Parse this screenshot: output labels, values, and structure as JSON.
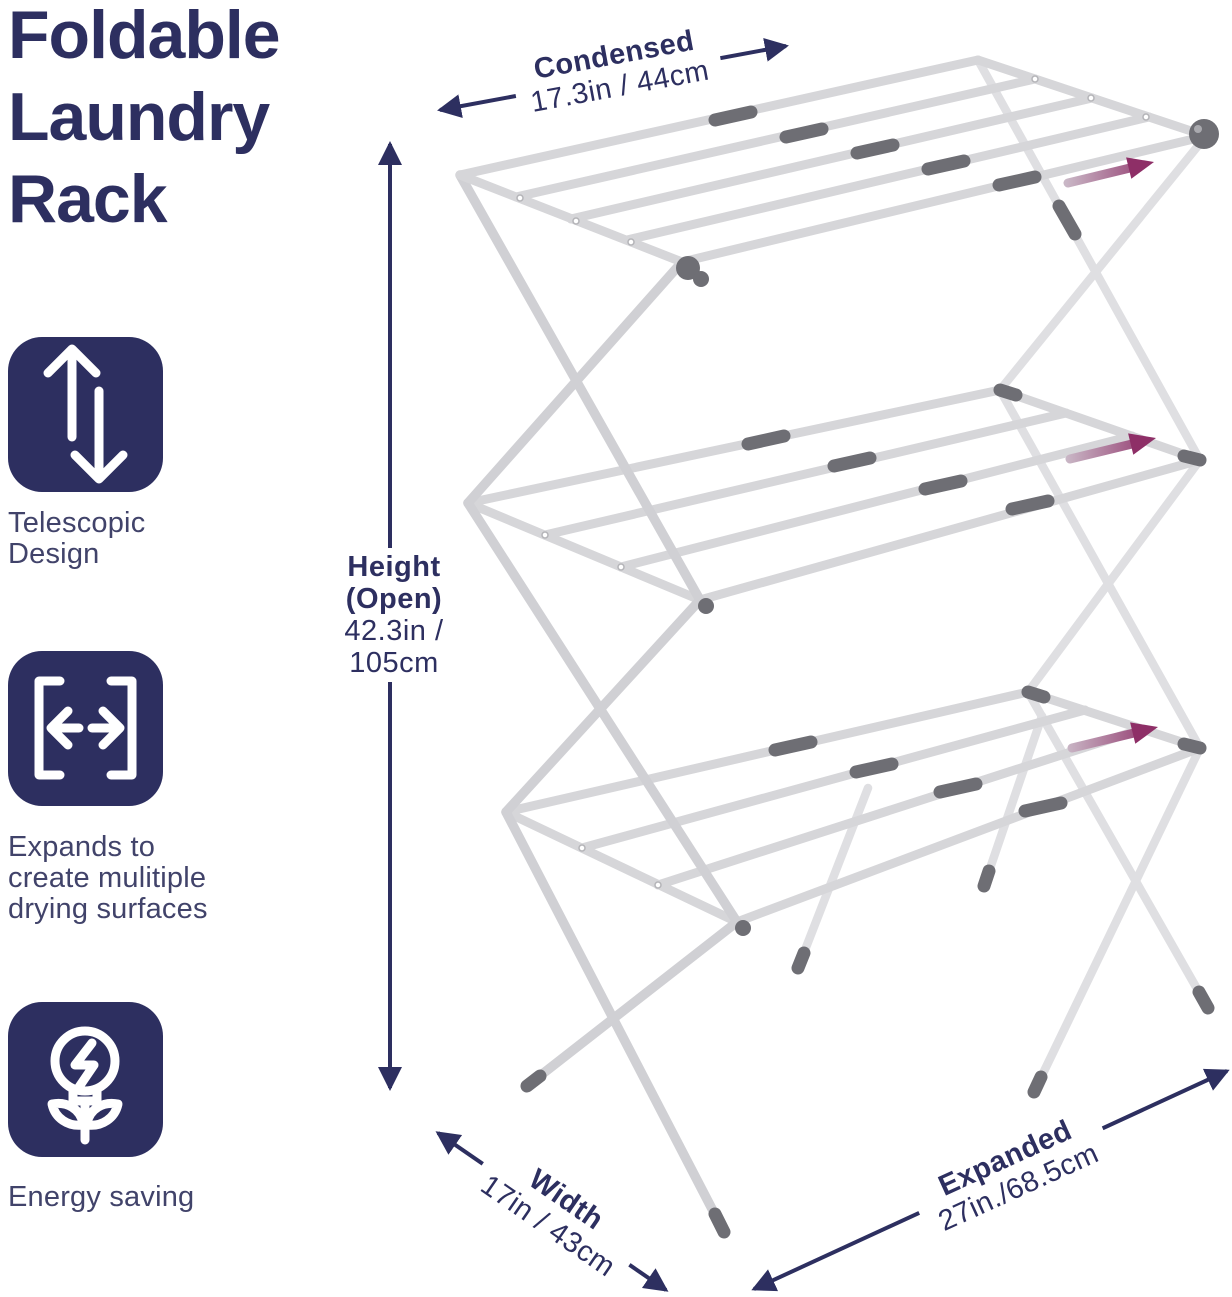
{
  "title": "Foldable\nLaundry\nRack",
  "features": [
    {
      "icon": "telescopic-arrows-icon",
      "label": "Telescopic\nDesign"
    },
    {
      "icon": "expand-brackets-icon",
      "label": "Expands to\ncreate mulitiple\ndrying surfaces"
    },
    {
      "icon": "energy-saving-bulb-icon",
      "label": "Energy saving"
    }
  ],
  "dimensions": {
    "condensed": {
      "name": "Condensed",
      "value": "17.3in / 44cm"
    },
    "height": {
      "name": "Height\n(Open)",
      "value": "42.3in /\n105cm"
    },
    "width": {
      "name": "Width",
      "value": "17in / 43cm"
    },
    "expanded": {
      "name": "Expanded",
      "value": "27in./68.5cm"
    }
  },
  "colors": {
    "navy": "#2d2f60",
    "feature_text": "#41436a",
    "tube": "#d6d6d9",
    "tube_dark": "#d0d0d4",
    "tube_light": "#dfdfe2",
    "joint": "#6e6e74",
    "arrow_pink_start": "#c9b7c6",
    "arrow_pink_end": "#8e2f67"
  }
}
